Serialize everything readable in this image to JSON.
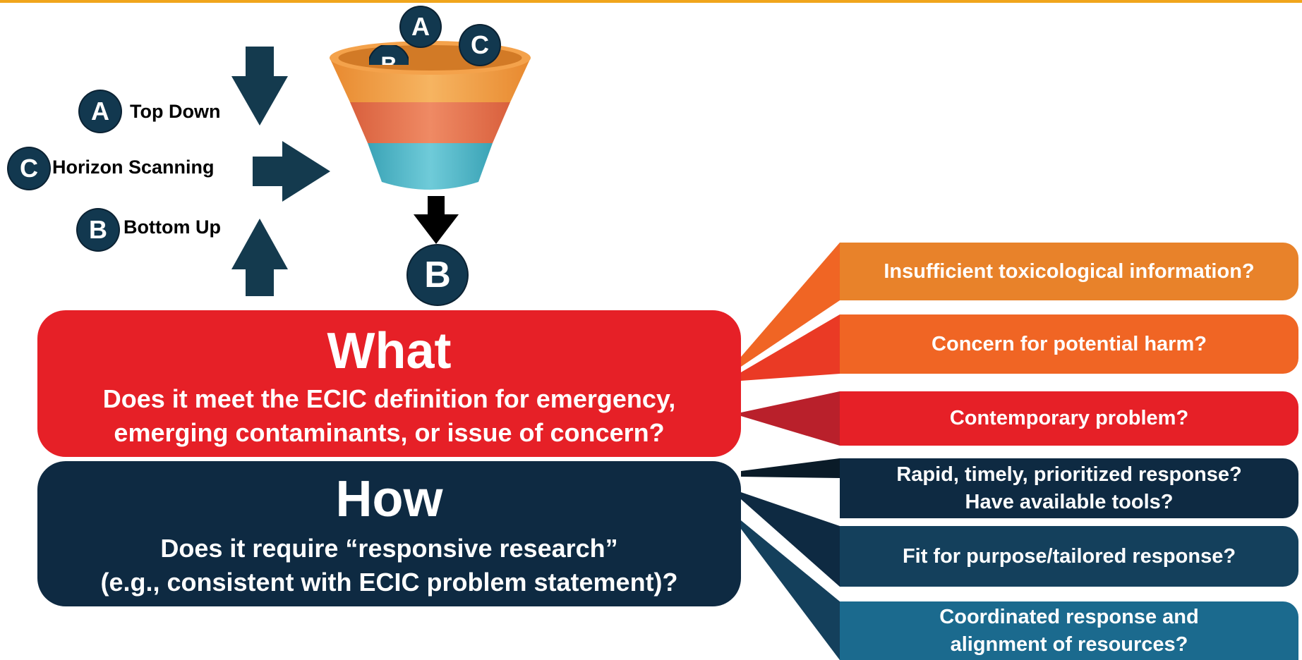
{
  "inputs": {
    "top_down": {
      "letter": "A",
      "label": "Top Down"
    },
    "horizon_scanning": {
      "letter": "C",
      "label": "Horizon Scanning"
    },
    "bottom_up": {
      "letter": "B",
      "label": "Bottom Up"
    }
  },
  "funnel": {
    "balls": [
      "A",
      "B",
      "C"
    ],
    "output_letter": "B"
  },
  "what": {
    "title": "What",
    "text_line1": "Does it meet the ECIC definition for emergency,",
    "text_line2": "emerging contaminants, or issue of concern?"
  },
  "how": {
    "title": "How",
    "text_line1": "Does it require “responsive research”",
    "text_line2": "(e.g., consistent with ECIC problem statement)?"
  },
  "criteria": [
    {
      "text": "Insufficient toxicological information?",
      "color": "#e8822a"
    },
    {
      "text": "Concern for potential harm?",
      "color": "#f06524"
    },
    {
      "text": "Contemporary problem?",
      "color": "#e62027"
    },
    {
      "line1": "Rapid, timely, prioritized response?",
      "line2": "Have available tools?",
      "color": "#0e2a42"
    },
    {
      "text": "Fit for purpose/tailored response?",
      "color": "#14405c"
    },
    {
      "line1": "Coordinated response and",
      "line2": "alignment of resources?",
      "color": "#1b6a8e"
    }
  ],
  "colors": {
    "accent_top_bar": "#f0a51c",
    "circle_fill": "#12384f",
    "arrow_fill": "#143a4e",
    "funnel_top": "#f0a04a",
    "funnel_mid": "#e87a5a",
    "funnel_bottom": "#4fb6c8"
  }
}
